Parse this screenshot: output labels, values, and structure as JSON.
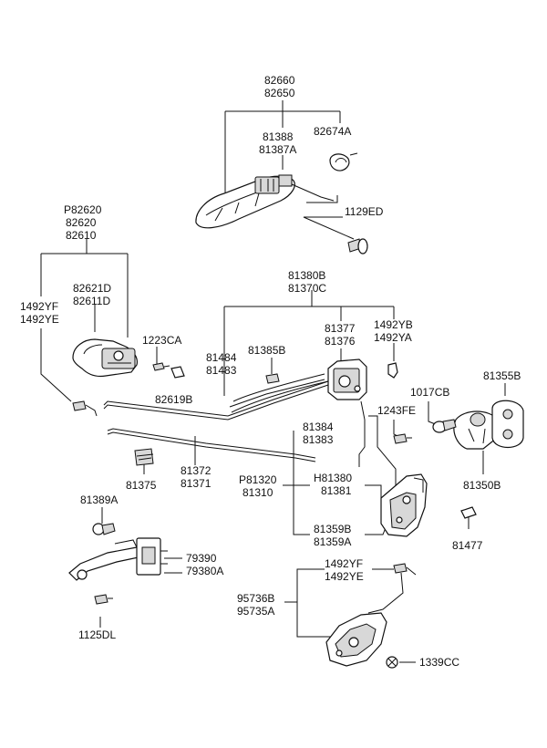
{
  "labels": {
    "l82660": "82660",
    "l82650": "82650",
    "l81388": "81388",
    "l81387a": "81387A",
    "l82674a": "82674A",
    "l1129ed": "1129ED",
    "lp82620": "P82620",
    "l82620": "82620",
    "l82610": "82610",
    "l82621d": "82621D",
    "l82611d": "82611D",
    "l1492yf_a": "1492YF",
    "l1492ye_a": "1492YE",
    "l1223ca": "1223CA",
    "l82619b": "82619B",
    "l81380b": "81380B",
    "l81370c": "81370C",
    "l81377": "81377",
    "l81376": "81376",
    "l1492yb": "1492YB",
    "l1492ya": "1492YA",
    "l81484": "81484",
    "l81483": "81483",
    "l81385b": "81385B",
    "l1017cb": "1017CB",
    "l81355b": "81355B",
    "l1243fe": "1243FE",
    "l81384": "81384",
    "l81383": "81383",
    "l81372": "81372",
    "l81371": "81371",
    "l81375": "81375",
    "lp81320": "P81320",
    "l81310": "81310",
    "lh81380": "H81380",
    "l81381": "81381",
    "l81350b": "81350B",
    "l81359b": "81359B",
    "l81359a": "81359A",
    "l81477": "81477",
    "l81389a": "81389A",
    "l79390": "79390",
    "l79380a": "79380A",
    "l1125dl": "1125DL",
    "l1492yf_b": "1492YF",
    "l1492ye_b": "1492YE",
    "l95736b": "95736B",
    "l95735a": "95735A",
    "l1339cc": "1339CC"
  }
}
